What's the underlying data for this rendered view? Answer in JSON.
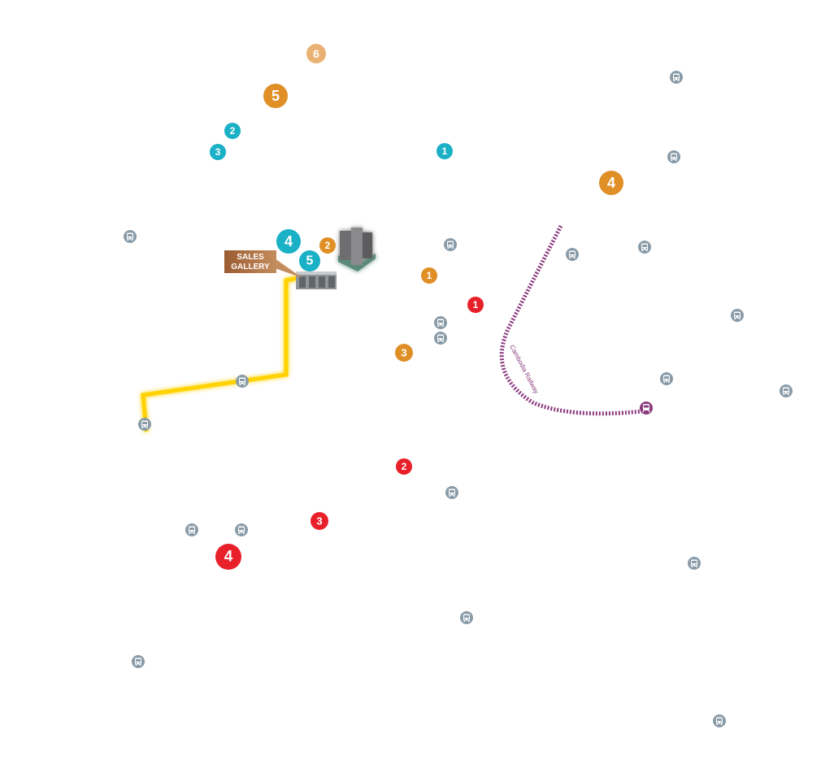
{
  "colors": {
    "attraction": "#1ab0c6",
    "amenity": "#e08f26",
    "amenity_light": "#e9b274",
    "landmark": "#e8202a",
    "bus": "#8a9ba8",
    "rail": "#8b3a7e",
    "route": "#ffd200"
  },
  "sales_gallery": {
    "line1": "SALES",
    "line2": "GALLERY"
  },
  "railway_label": "Cambodia Railway",
  "markers": {
    "cyan": [
      "1",
      "2",
      "3",
      "4",
      "5"
    ],
    "orange": [
      "1",
      "2",
      "3",
      "4",
      "5",
      "6"
    ],
    "red": [
      "1",
      "2",
      "3",
      "4"
    ]
  },
  "icons": {
    "bus": "bus-stop-icon",
    "train": "train-station-icon"
  }
}
